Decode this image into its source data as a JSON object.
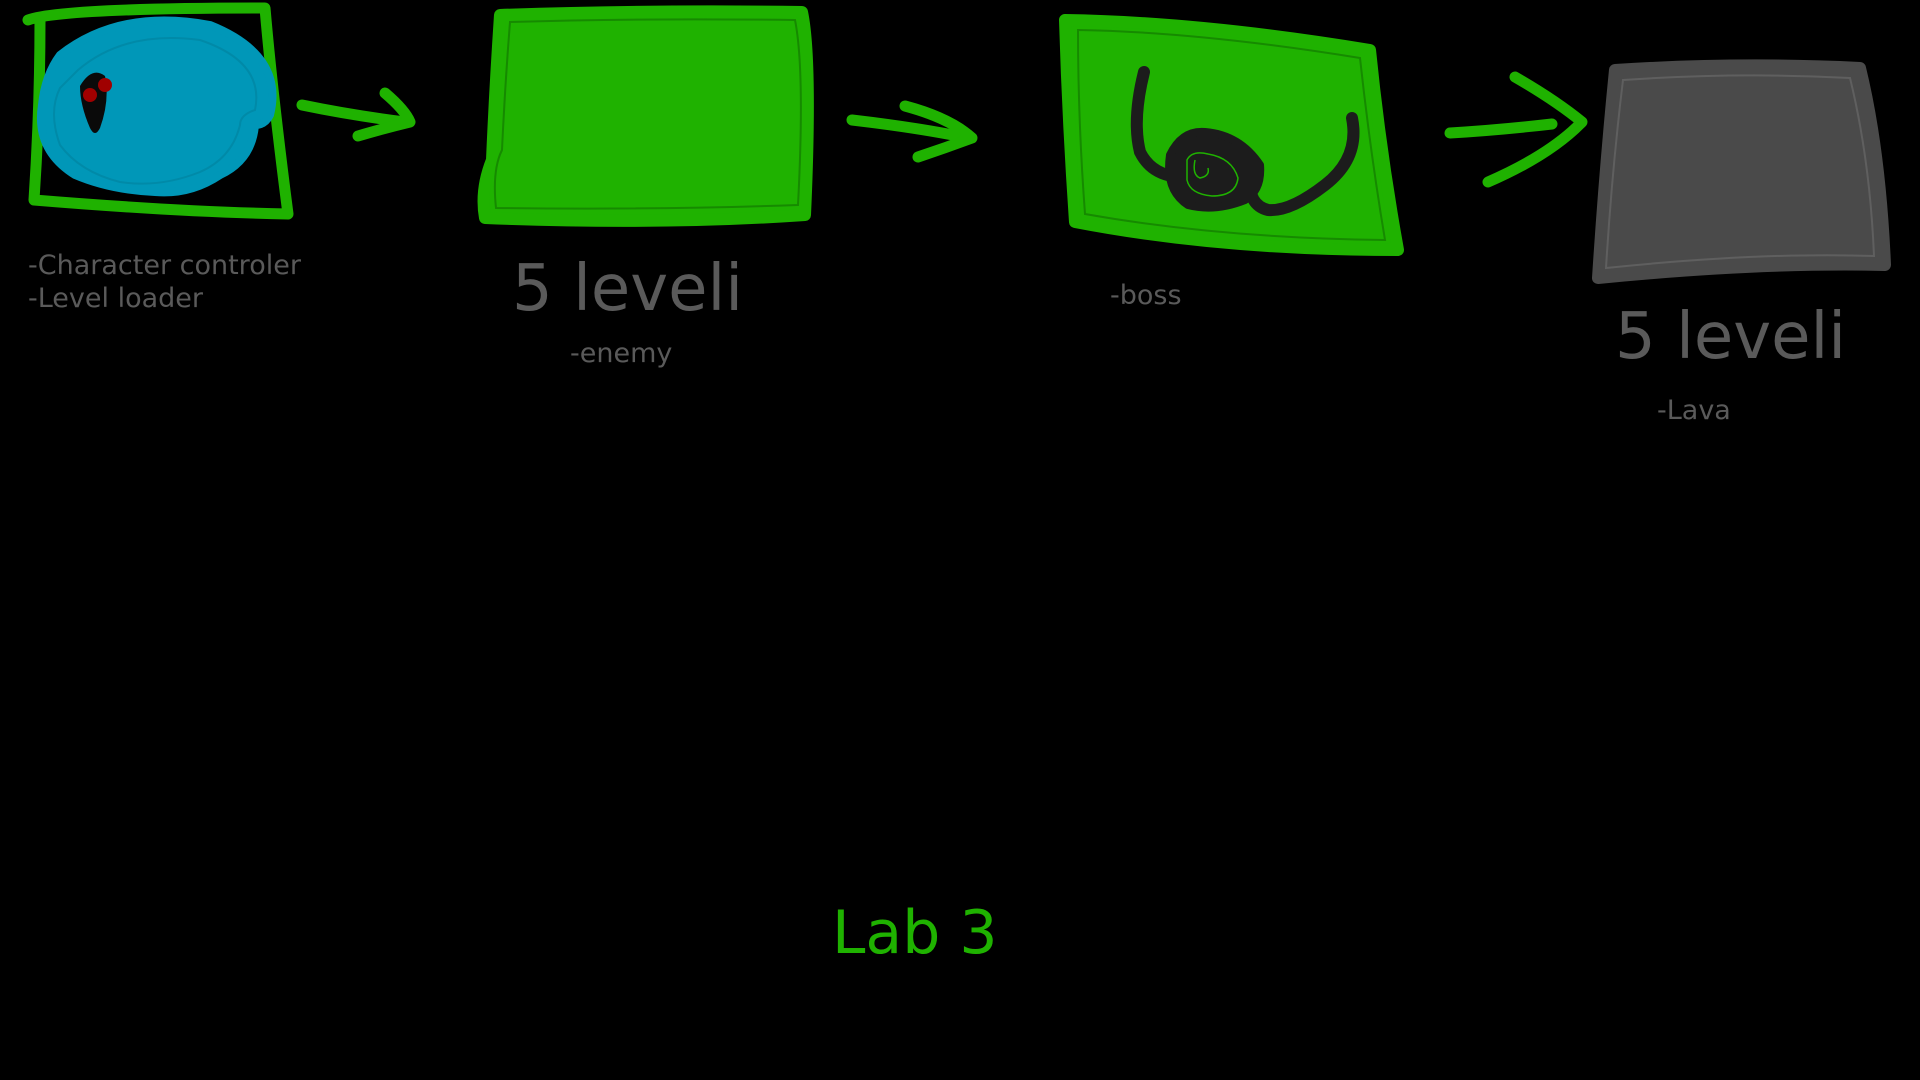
{
  "colors": {
    "background": "#000000",
    "green": "#1fb200",
    "green_outline": "#1a9e00",
    "blue": "#0097b8",
    "dark_fill": "#1c1c1c",
    "gray_box": "#4a4a4a",
    "text_gray": "#5a5a5a",
    "title_green": "#1fb200",
    "eye_red": "#a00000"
  },
  "stage1": {
    "notes": [
      "-Character controler",
      "-Level loader"
    ]
  },
  "stage2": {
    "heading": "5 leveli",
    "note": "-enemy"
  },
  "stage3": {
    "note": "-boss"
  },
  "stage4": {
    "heading": "5 leveli",
    "note": "-Lava"
  },
  "footer": {
    "title": "Lab 3"
  },
  "icons": {
    "stage1": "player-character-icon",
    "stage3": "boss-icon",
    "arrows": "arrow-right-icon"
  }
}
